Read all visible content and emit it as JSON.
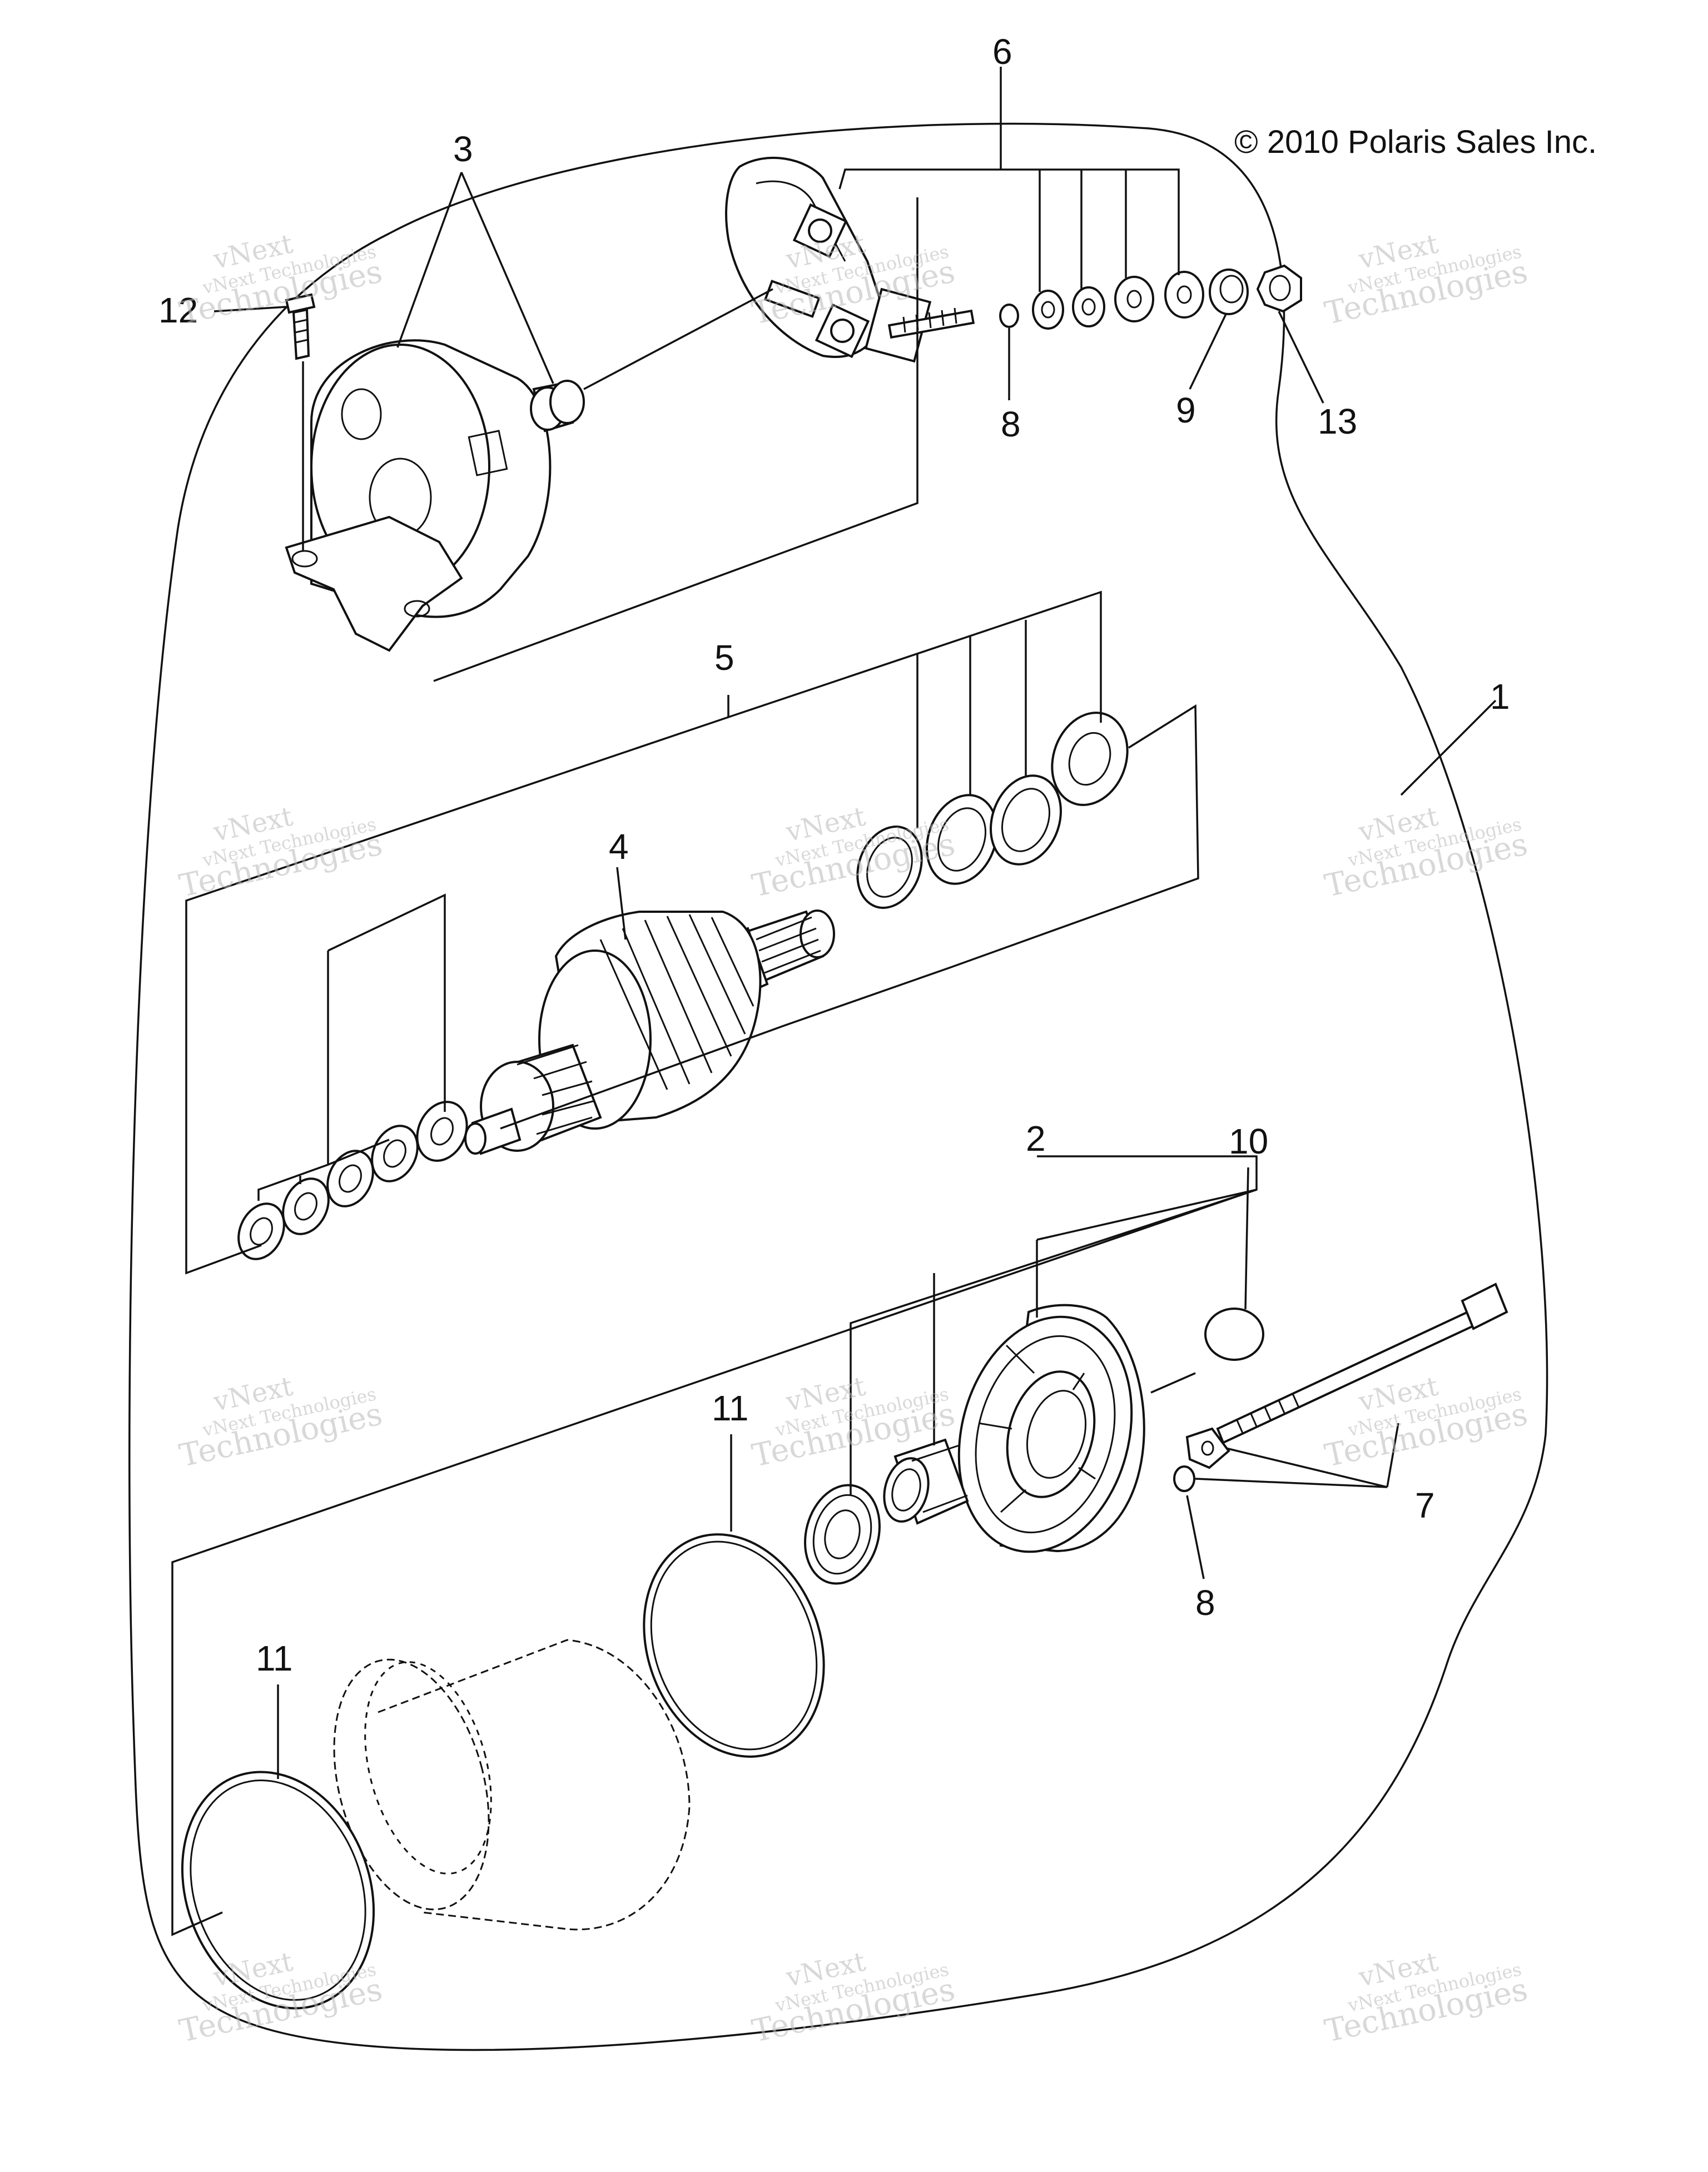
{
  "copyright": "© 2010 Polaris Sales Inc.",
  "watermark": {
    "line1": "vNext",
    "line2": "vNext Technologies",
    "line3": "Technologies"
  },
  "callouts": {
    "c1": "1",
    "c2": "2",
    "c3": "3",
    "c4": "4",
    "c5": "5",
    "c6": "6",
    "c7": "7",
    "c8a": "8",
    "c8b": "8",
    "c9": "9",
    "c10": "10",
    "c11a": "11",
    "c11b": "11",
    "c12": "12",
    "c13": "13"
  }
}
